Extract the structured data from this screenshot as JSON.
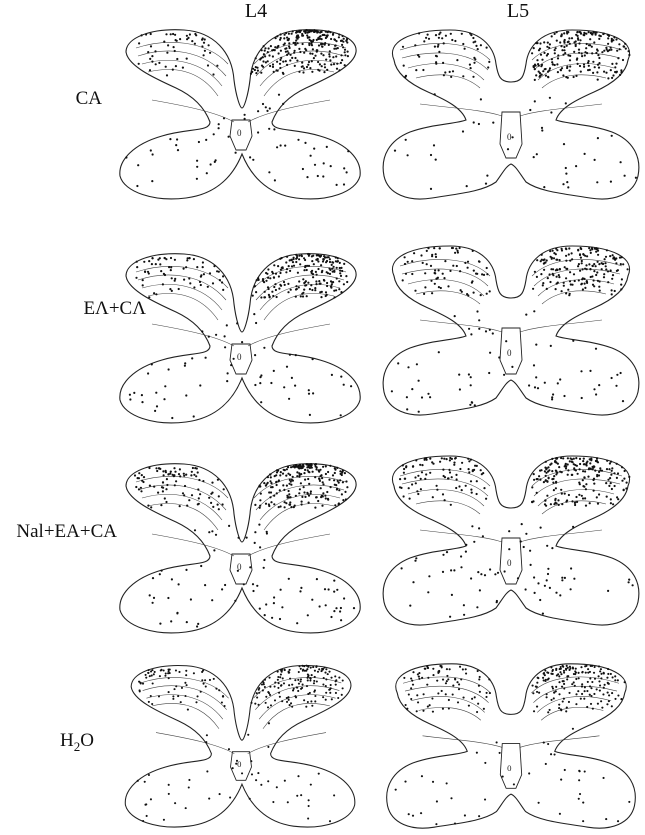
{
  "columns": [
    {
      "key": "L4",
      "label": "L4"
    },
    {
      "key": "L5",
      "label": "L5"
    }
  ],
  "rows": [
    {
      "key": "CA",
      "label": "CA",
      "label_sub": "",
      "label_post": ""
    },
    {
      "key": "EA_CA",
      "label": "EΛ+CΛ",
      "label_sub": "",
      "label_post": ""
    },
    {
      "key": "Nal_EA_CA",
      "label": "Nal+EA+CA",
      "label_sub": "",
      "label_post": ""
    },
    {
      "key": "H2O",
      "label": "H",
      "label_sub": "2",
      "label_post": "O"
    }
  ],
  "panel_cc_marks": {
    "L4": "0",
    "L5": "0"
  },
  "density": {
    "CA": {
      "L4": {
        "left_dorsal": 0.35,
        "right_dorsal": 1.0,
        "deep": 0.55
      },
      "L5": {
        "left_dorsal": 0.4,
        "right_dorsal": 0.85,
        "deep": 0.4
      }
    },
    "EA_CA": {
      "L4": {
        "left_dorsal": 0.45,
        "right_dorsal": 0.8,
        "deep": 0.55
      },
      "L5": {
        "left_dorsal": 0.5,
        "right_dorsal": 0.7,
        "deep": 0.6
      }
    },
    "Nal_EA_CA": {
      "L4": {
        "left_dorsal": 0.6,
        "right_dorsal": 0.85,
        "deep": 0.7
      },
      "L5": {
        "left_dorsal": 0.6,
        "right_dorsal": 0.8,
        "deep": 0.65
      }
    },
    "H2O": {
      "L4": {
        "left_dorsal": 0.45,
        "right_dorsal": 0.6,
        "deep": 0.45
      },
      "L5": {
        "left_dorsal": 0.55,
        "right_dorsal": 0.65,
        "deep": 0.4
      }
    }
  }
}
